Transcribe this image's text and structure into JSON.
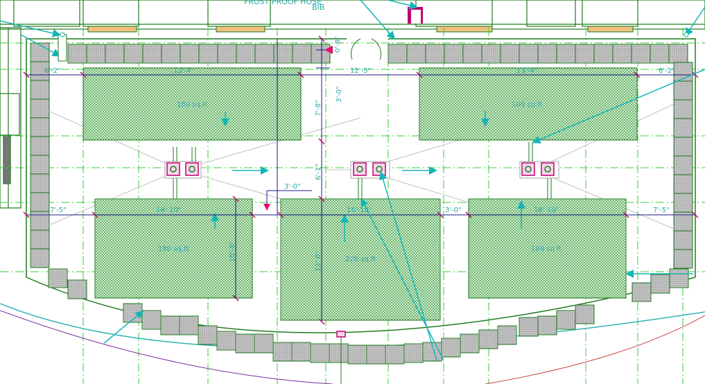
{
  "title_fragment": "FROST PROOF HOSE",
  "title_bib": "BIB",
  "colors": {
    "wall_green": "#1f7a1f",
    "grid_green": "#33cc33",
    "paver_fill": "#b4b4b4",
    "planter_fill": "#8fdc8f",
    "dimension": "#1a1a8c",
    "annotation": "#2aa7a7",
    "marker": "#c0006e",
    "arrow": "#16b5b5"
  },
  "planters_top": [
    {
      "id": "tl",
      "width_label": "13'-4\"",
      "area_label": "100 sq.ft"
    },
    {
      "id": "tr",
      "width_label": "13'-4\"",
      "area_label": "100 sq.ft"
    }
  ],
  "planters_bottom": [
    {
      "id": "bl",
      "width_label": "16'-10\"",
      "area_label": "180 sq.ft"
    },
    {
      "id": "bm",
      "width_label": "16'-10\"",
      "area_label": "220 sq.ft"
    },
    {
      "id": "br",
      "width_label": "16'-10\"",
      "area_label": "180 sq.ft"
    }
  ],
  "dimensions": {
    "left_top": "6'-2\"",
    "right_top": "6'-2\"",
    "center_top": "12'-5\"",
    "left_bottom": "7'-5\"",
    "right_bottom": "7'-5\"",
    "gap_a": "3'-0\"",
    "gap_b": "3'-0\"",
    "v_top": "7'-8\"",
    "v_mid": "6'-1\"",
    "v_small": "3'-0\"",
    "v_tiny": "0'-8\"",
    "v_left_planter": "10'-8\"",
    "v_mid_planter": "13'-0\""
  }
}
